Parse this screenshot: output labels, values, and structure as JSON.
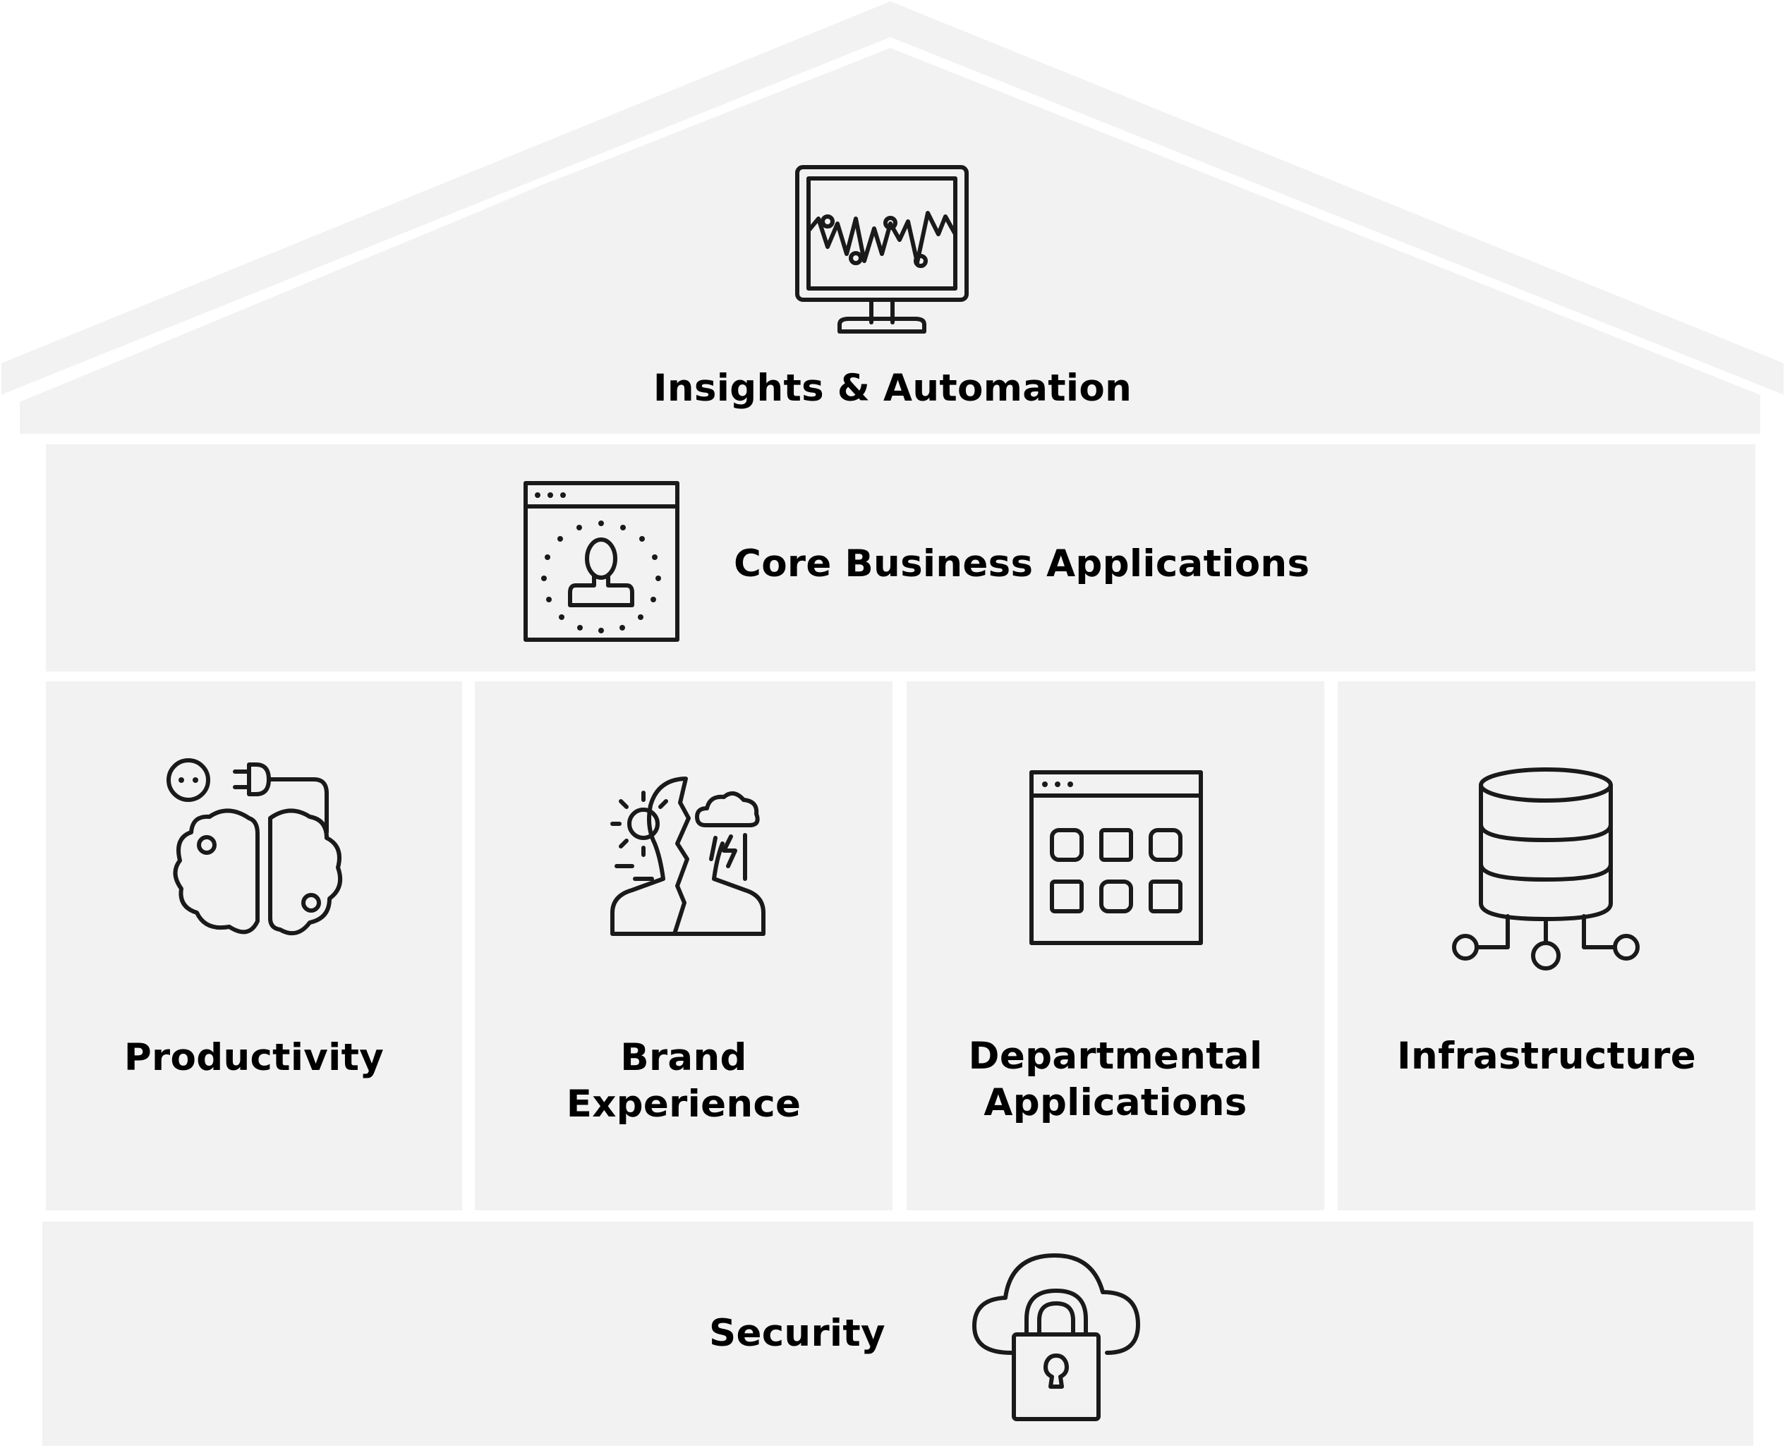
{
  "roof": {
    "label": "Insights & Automation",
    "icon": "monitor-chart-icon"
  },
  "core": {
    "label": "Core Business Applications",
    "icon": "user-profile-window-icon"
  },
  "pillars": [
    {
      "id": "productivity",
      "label": "Productivity",
      "icon": "brain-plug-icon"
    },
    {
      "id": "brand",
      "label_line1": "Brand",
      "label_line2": "Experience",
      "icon": "split-face-weather-icon"
    },
    {
      "id": "departmental",
      "label_line1": "Departmental",
      "label_line2": "Applications",
      "icon": "app-grid-window-icon"
    },
    {
      "id": "infrastructure",
      "label": "Infrastructure",
      "icon": "database-network-icon"
    }
  ],
  "foundation": {
    "label": "Security",
    "icon": "cloud-lock-icon"
  },
  "colors": {
    "panel": "#f2f2f2",
    "background": "#ffffff",
    "ink": "#1a1a1a"
  }
}
